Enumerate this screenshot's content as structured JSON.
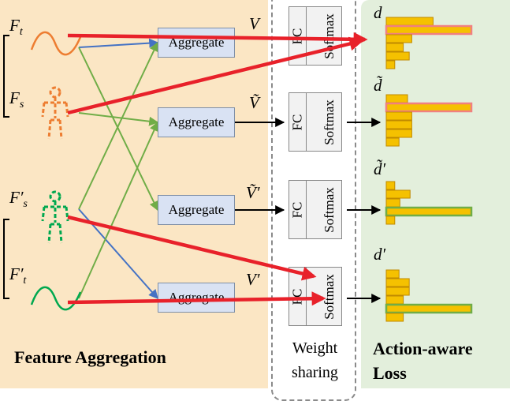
{
  "sections": {
    "feature_aggregation": "Feature Aggregation",
    "weight_sharing_line1": "Weight",
    "weight_sharing_line2": "sharing",
    "action_loss_line1": "Action-aware",
    "action_loss_line2": "Loss"
  },
  "aggregate_label": "Aggregate",
  "fc_label": "FC",
  "softmax_label": "Softmax",
  "inputs": {
    "ft": {
      "base": "F",
      "sub": "t",
      "prime": ""
    },
    "fs": {
      "base": "F",
      "sub": "s",
      "prime": ""
    },
    "fs_prime": {
      "base": "F",
      "sub": "s",
      "prime": "′"
    },
    "ft_prime": {
      "base": "F",
      "sub": "t",
      "prime": "′"
    }
  },
  "outputs": {
    "v": "V",
    "v_tilde": "Ṽ",
    "v_tilde_prime": "Ṽ′",
    "v_prime": "V′"
  },
  "distributions": {
    "d": "d",
    "d_tilde": "d̃",
    "d_tilde_prime": "d̃′",
    "d_prime": "d′"
  },
  "colors": {
    "left_panel": "#fbe6c4",
    "right_panel": "#e3efdc",
    "bar_fill": "#f5c100",
    "bar_stroke": "#c08a00",
    "highlight_pink": "#f08080",
    "highlight_green": "#70ad47",
    "arrow_red": "#e8212a",
    "orange": "#ed7d31",
    "green": "#00a84f",
    "line_blue": "#4472c4",
    "line_green": "#70ad47"
  },
  "histograms": [
    {
      "name": "d",
      "bars": [
        0.55,
        1.0,
        0.3,
        0.2,
        0.27,
        0.1
      ],
      "highlight": 1,
      "highlight_color": "pink"
    },
    {
      "name": "d_tilde",
      "bars": [
        0.25,
        1.0,
        0.3,
        0.3,
        0.3,
        0.15
      ],
      "highlight": 1,
      "highlight_color": "pink"
    },
    {
      "name": "d_tilde_prime",
      "bars": [
        0.1,
        0.28,
        0.16,
        1.0,
        0.1
      ],
      "highlight": 3,
      "highlight_color": "green"
    },
    {
      "name": "d_prime",
      "bars": [
        0.15,
        0.27,
        0.27,
        0.2,
        1.0,
        0.2
      ],
      "highlight": 4,
      "highlight_color": "green"
    }
  ]
}
